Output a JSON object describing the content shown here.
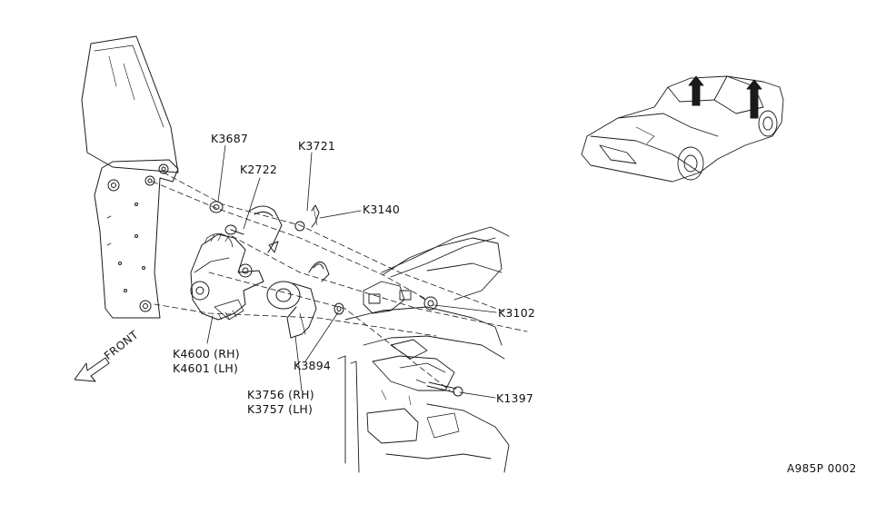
{
  "labels": {
    "k3687": "K3687",
    "k3721": "K3721",
    "k2722": "K2722",
    "k3140": "K3140",
    "k3102": "K3102",
    "k4600": "K4600 (RH)",
    "k4601": "K4601 (LH)",
    "k3894": "K3894",
    "k3756": "K3756 (RH)",
    "k3757": "K3757 (LH)",
    "k1397": "K1397"
  },
  "front_label": "FRONT",
  "figure_code": "A985P 0002",
  "colors": {
    "line": "#1a1a1a",
    "background": "#ffffff"
  }
}
